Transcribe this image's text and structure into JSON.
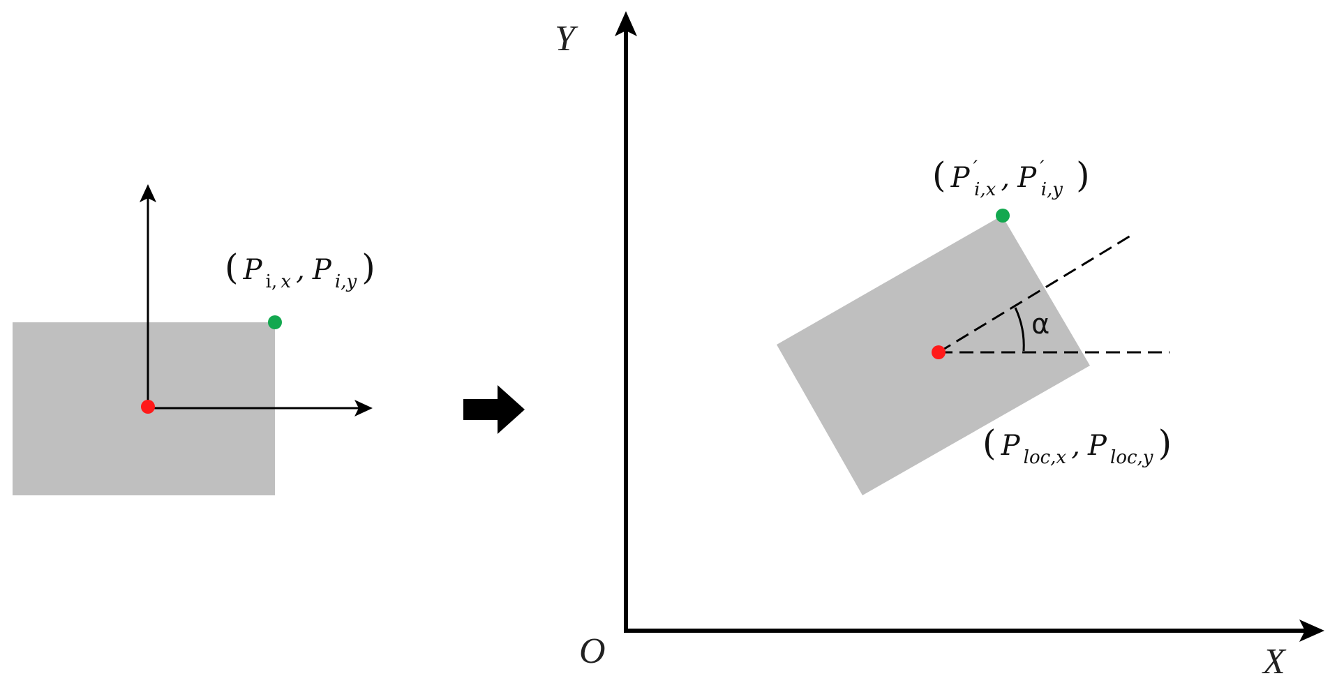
{
  "colors": {
    "rect_fill": "#bfbfbf",
    "origin_point": "#ff1a1a",
    "corner_point": "#13a84f",
    "line": "#000000"
  },
  "left_panel": {
    "corner_label": {
      "open": "(",
      "p1": "P",
      "sub1": "i,",
      "sub1b": "x",
      "comma": ",",
      "p2": "P",
      "sub2": "i,y",
      "close": ")"
    }
  },
  "transition_arrow": {
    "icon": "right-arrow-icon"
  },
  "right_panel": {
    "axis_x_label": "X",
    "axis_y_label": "Y",
    "origin_label": "O",
    "angle_label": "α",
    "corner_label": {
      "open": "(",
      "p1": "P",
      "prime1": "′",
      "sub1": "i,x",
      "comma": ",",
      "p2": "P",
      "prime2": "′",
      "sub2": "i,y",
      "close": ")"
    },
    "center_label": {
      "open": "(",
      "p1": "P",
      "sub1": "loc,x",
      "comma": ",",
      "p2": "P",
      "sub2": "loc,y",
      "close": ")"
    }
  }
}
